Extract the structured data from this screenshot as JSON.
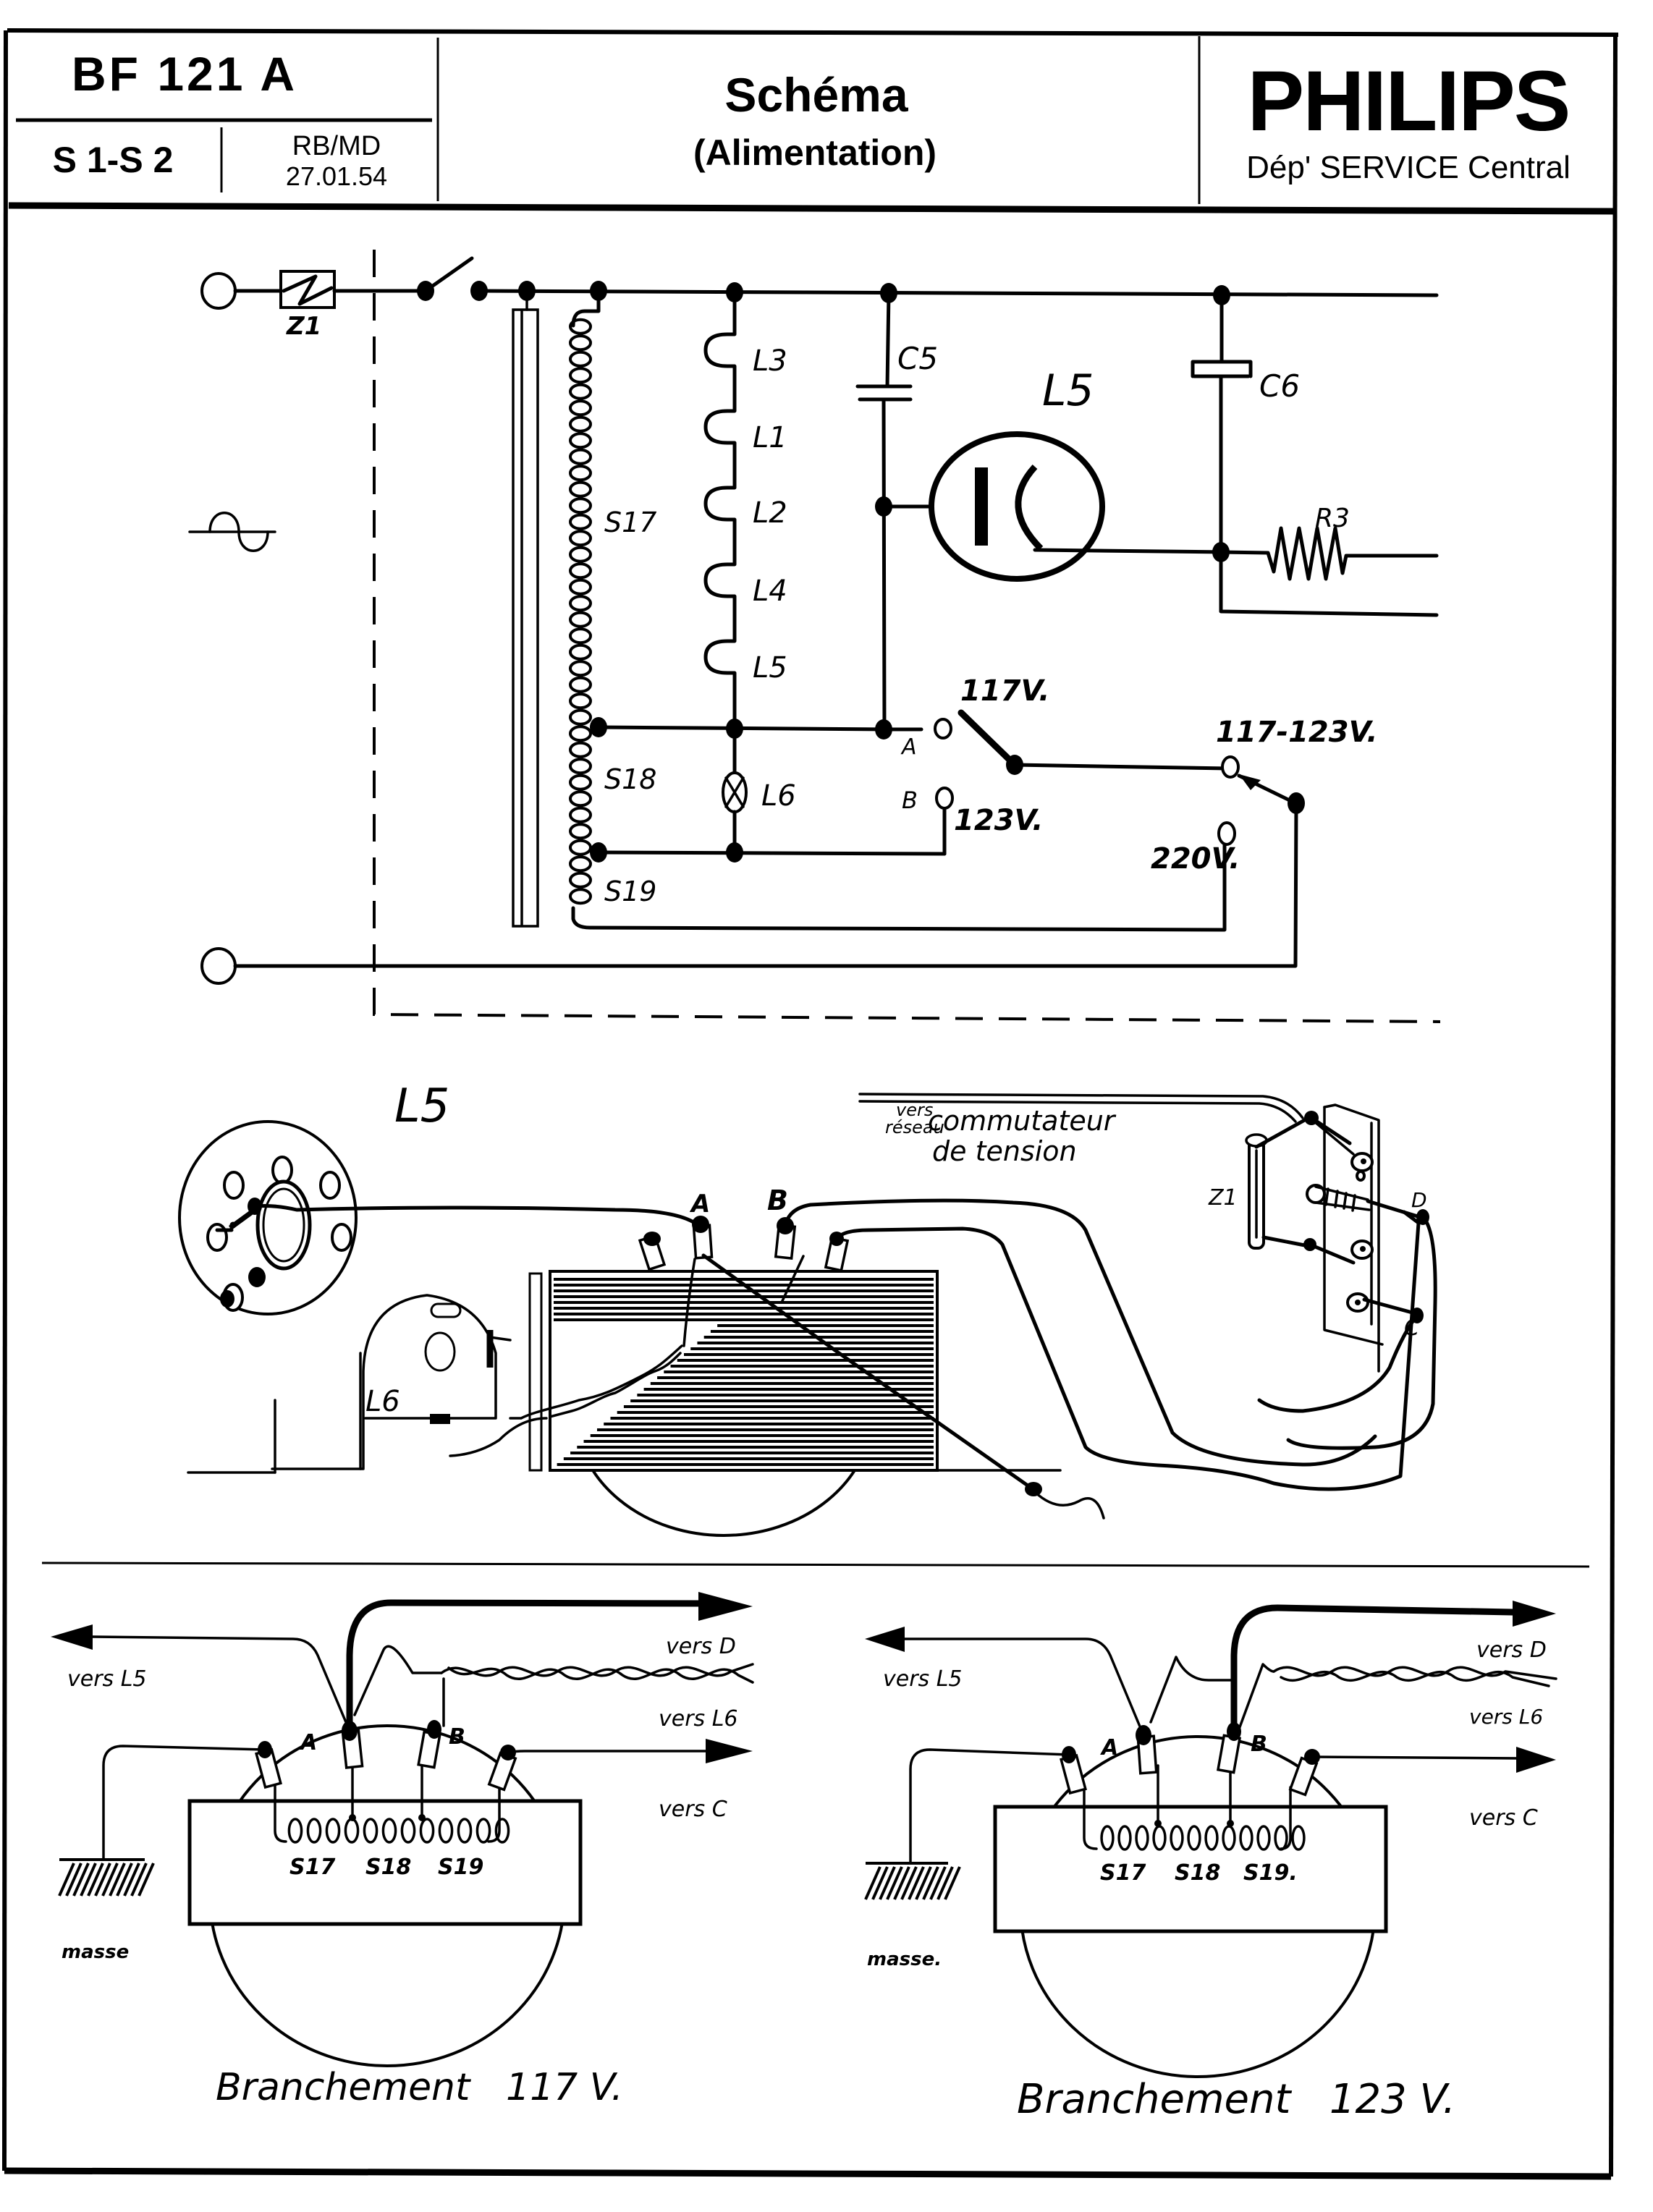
{
  "header": {
    "model": "BF 121 A",
    "sheet_range": "S 1-S 2",
    "authors": "RB/MD",
    "date": "27.01.54",
    "title": "Schéma",
    "subtitle": "(Alimentation)",
    "brand": "PHILIPS",
    "department": "Dép' SERVICE Central"
  },
  "schematic": {
    "fuse_label": "Z1",
    "mains_symbol": "ac-sine-icon",
    "transformer_windings": [
      "S17",
      "S18",
      "S19"
    ],
    "filament_chain": [
      "L3",
      "L1",
      "L2",
      "L4",
      "L5"
    ],
    "pilot_lamp": "L6",
    "capacitors": [
      "C5",
      "C6"
    ],
    "rectifier_tube": "L5",
    "resistor": "R3",
    "terminals": {
      "a": "A",
      "b": "B"
    },
    "selector_positions": {
      "v117": "117V.",
      "v123": "123V.",
      "v117_123": "117-123V.",
      "v220": "220V."
    }
  },
  "wiring": {
    "tube_socket_label": "L5",
    "lamp_socket_label": "L6",
    "lug_a": "A",
    "lug_b": "B",
    "mains_label_line1": "vers",
    "mains_label_line2": "réseau",
    "switch_label_line1": "commutateur",
    "switch_label_line2": "de tension",
    "fuse_label": "Z1",
    "lug_c": "C",
    "lug_d": "D"
  },
  "connections": [
    {
      "caption": "Branchement   117 V.",
      "to_l5": "vers  L5",
      "to_d": "vers D",
      "to_l6": "vers L6",
      "to_c": "vers C",
      "ground": "masse",
      "lug_a": "A",
      "lug_b": "B",
      "windings": [
        "S17",
        "S18",
        "S19"
      ]
    },
    {
      "caption": "Branchement   123 V.",
      "to_l5": "vers  L5",
      "to_d": "vers D",
      "to_l6": "vers L6",
      "to_c": "vers C",
      "ground": "masse.",
      "lug_a": "A",
      "lug_b": "B",
      "windings": [
        "S17",
        "S18",
        "S19."
      ]
    }
  ]
}
